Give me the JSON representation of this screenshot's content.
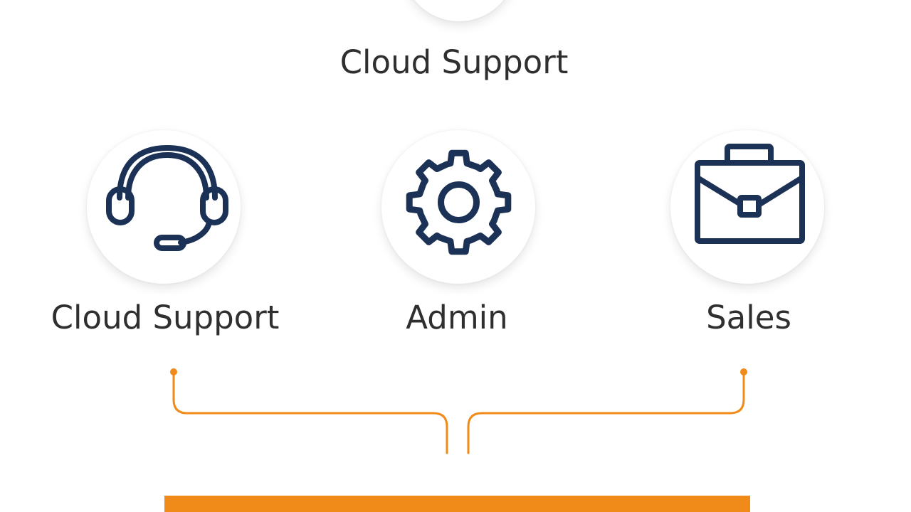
{
  "colors": {
    "icon_navy": "#1b3155",
    "accent_orange": "#f08a18",
    "label_text": "#2f2f2f",
    "circle_bg": "#ffffff"
  },
  "top": {
    "label": "Cloud Support"
  },
  "roles": [
    {
      "label": "Cloud Support",
      "icon": "headset-icon"
    },
    {
      "label": "Admin",
      "icon": "gear-icon"
    },
    {
      "label": "Sales",
      "icon": "briefcase-icon"
    }
  ]
}
